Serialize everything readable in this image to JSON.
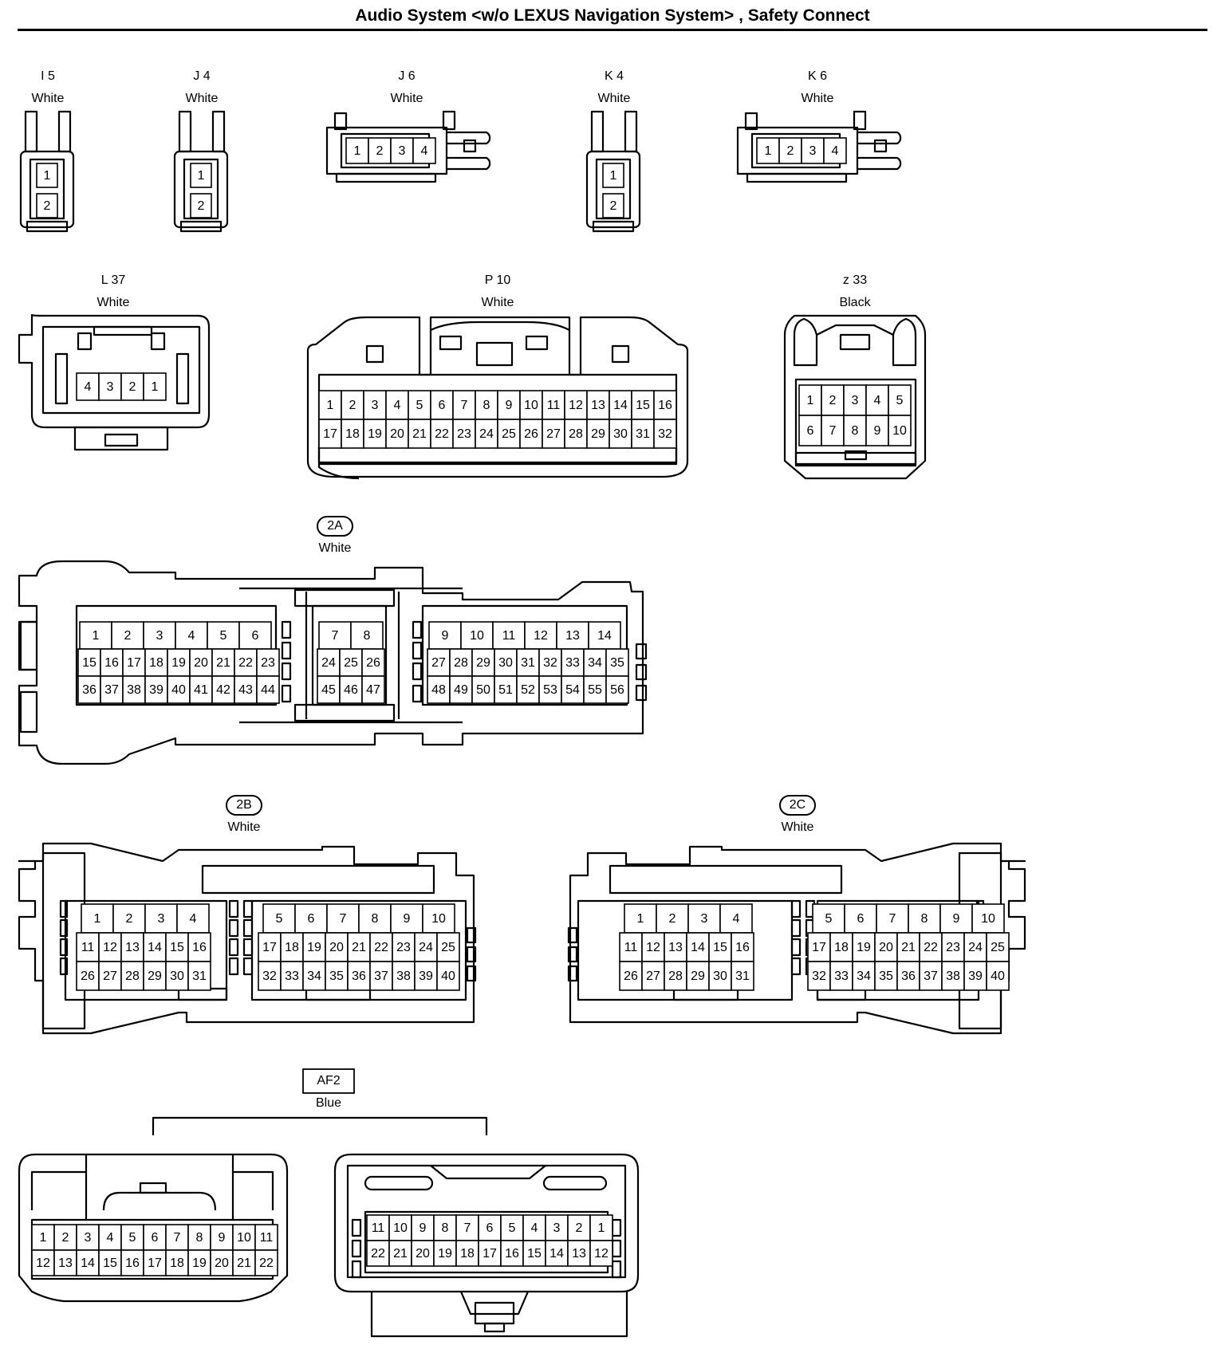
{
  "title": "Audio System <w/o LEXUS Navigation System> , Safety Connect",
  "connectors": [
    {
      "id": "I 5",
      "color": "White",
      "kind": "v2",
      "pins": [
        [
          1
        ],
        [
          2
        ]
      ]
    },
    {
      "id": "J 4",
      "color": "White",
      "kind": "v2",
      "pins": [
        [
          1
        ],
        [
          2
        ]
      ]
    },
    {
      "id": "J 6",
      "color": "White",
      "kind": "h4",
      "pins": [
        [
          1,
          2,
          3,
          4
        ]
      ]
    },
    {
      "id": "K 4",
      "color": "White",
      "kind": "v2",
      "pins": [
        [
          1
        ],
        [
          2
        ]
      ]
    },
    {
      "id": "K 6",
      "color": "White",
      "kind": "h4",
      "pins": [
        [
          1,
          2,
          3,
          4
        ]
      ]
    },
    {
      "id": "L 37",
      "color": "White",
      "kind": "l37",
      "pins": [
        [
          4,
          3,
          2,
          1
        ]
      ]
    },
    {
      "id": "P 10",
      "color": "White",
      "kind": "p10",
      "pins": [
        [
          1,
          2,
          3,
          4,
          5,
          6,
          7,
          8,
          9,
          10,
          11,
          12,
          13,
          14,
          15,
          16
        ],
        [
          17,
          18,
          19,
          20,
          21,
          22,
          23,
          24,
          25,
          26,
          27,
          28,
          29,
          30,
          31,
          32
        ]
      ]
    },
    {
      "id": "z 33",
      "color": "Black",
      "kind": "z33",
      "pins": [
        [
          1,
          2,
          3,
          4,
          5
        ],
        [
          6,
          7,
          8,
          9,
          10
        ]
      ]
    },
    {
      "id": "2A",
      "color": "White",
      "kind": "c2a",
      "badge": "oval",
      "groups": [
        [
          [
            1,
            2,
            3,
            4,
            5,
            6
          ],
          [
            15,
            16,
            17,
            18,
            19,
            20,
            21,
            22,
            23
          ],
          [
            36,
            37,
            38,
            39,
            40,
            41,
            42,
            43,
            44
          ]
        ],
        [
          [
            7,
            8
          ],
          [
            24,
            25,
            26
          ],
          [
            45,
            46,
            47
          ]
        ],
        [
          [
            9,
            10,
            11,
            12,
            13,
            14
          ],
          [
            27,
            28,
            29,
            30,
            31,
            32,
            33,
            34,
            35
          ],
          [
            48,
            49,
            50,
            51,
            52,
            53,
            54,
            55,
            56
          ]
        ]
      ]
    },
    {
      "id": "2B",
      "color": "White",
      "kind": "c2b",
      "badge": "oval",
      "groups": [
        [
          [
            1,
            2,
            3,
            4
          ],
          [
            11,
            12,
            13,
            14,
            15,
            16
          ],
          [
            26,
            27,
            28,
            29,
            30,
            31
          ]
        ],
        [
          [
            5,
            6,
            7,
            8,
            9,
            10
          ],
          [
            17,
            18,
            19,
            20,
            21,
            22,
            23,
            24,
            25
          ],
          [
            32,
            33,
            34,
            35,
            36,
            37,
            38,
            39,
            40
          ]
        ]
      ]
    },
    {
      "id": "2C",
      "color": "White",
      "kind": "c2c",
      "badge": "oval",
      "groups": [
        [
          [
            1,
            2,
            3,
            4
          ],
          [
            11,
            12,
            13,
            14,
            15,
            16
          ],
          [
            26,
            27,
            28,
            29,
            30,
            31
          ]
        ],
        [
          [
            5,
            6,
            7,
            8,
            9,
            10
          ],
          [
            17,
            18,
            19,
            20,
            21,
            22,
            23,
            24,
            25
          ],
          [
            32,
            33,
            34,
            35,
            36,
            37,
            38,
            39,
            40
          ]
        ]
      ]
    },
    {
      "id": "AF2",
      "color": "Blue",
      "kind": "af2",
      "badge": "box",
      "left": [
        [
          1,
          2,
          3,
          4,
          5,
          6,
          7,
          8,
          9,
          10,
          11
        ],
        [
          12,
          13,
          14,
          15,
          16,
          17,
          18,
          19,
          20,
          21,
          22
        ]
      ],
      "right": [
        [
          11,
          10,
          9,
          8,
          7,
          6,
          5,
          4,
          3,
          2,
          1
        ],
        [
          22,
          21,
          20,
          19,
          18,
          17,
          16,
          15,
          14,
          13,
          12
        ]
      ]
    }
  ]
}
